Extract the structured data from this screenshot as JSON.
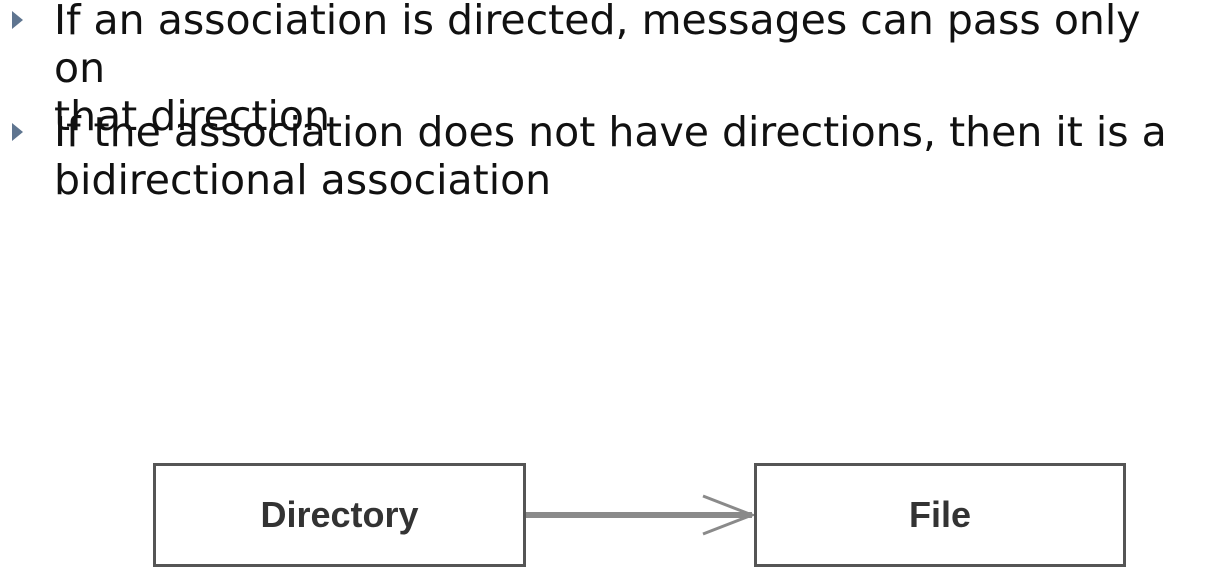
{
  "bullets": [
    {
      "line1": "If an association is directed, messages can pass only on",
      "line2": "that direction"
    },
    {
      "line1": "If the association does not have directions, then it is a",
      "line2": "bidirectional association"
    }
  ],
  "diagram": {
    "source_class": "Directory",
    "target_class": "File",
    "association": "directed"
  },
  "colors": {
    "bullet_marker": "#5f7590",
    "text": "#111111",
    "box_border": "#555555",
    "arrow": "#888888"
  }
}
